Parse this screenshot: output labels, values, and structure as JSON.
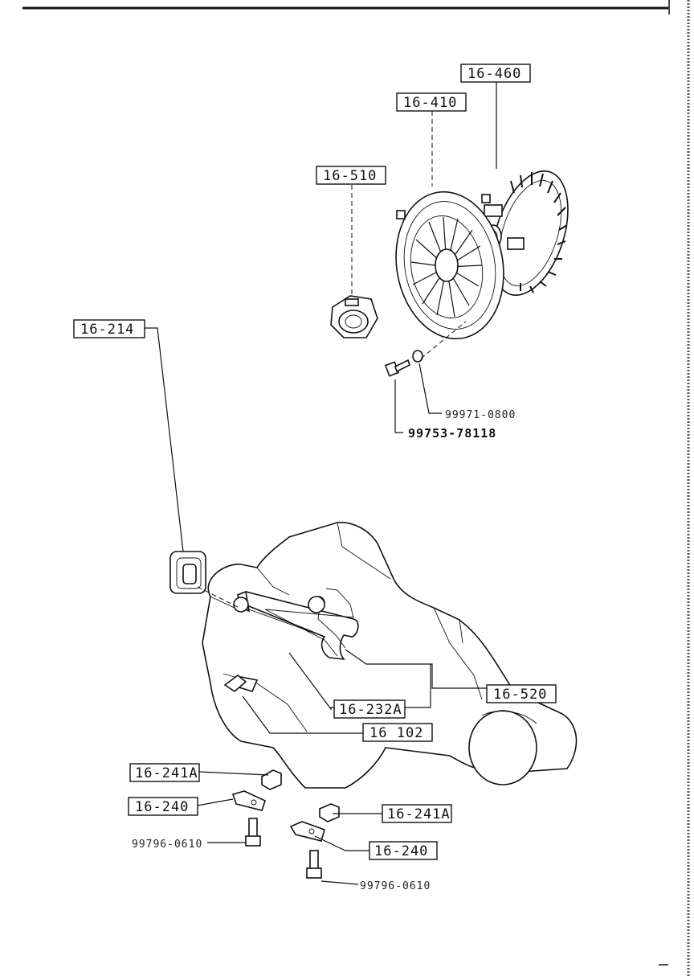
{
  "labels": {
    "p16_460": "16-460",
    "p16_410": "16-410",
    "p16_510": "16-510",
    "p99971": "99971-0800",
    "p99753": "99753-78118",
    "p16_214": "16-214",
    "p16_520": "16-520",
    "p16_232A": "16-232A",
    "p16_102": "16 102",
    "p16_241A_left": "16-241A",
    "p16_240_left": "16-240",
    "p99796_left": "99796-0610",
    "p16_241A_right": "16-241A",
    "p16_240_right": "16-240",
    "p99796_right": "99796-0610"
  }
}
